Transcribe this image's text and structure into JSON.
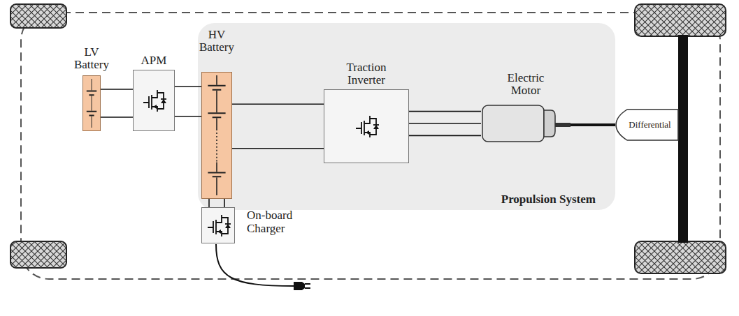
{
  "diagram": {
    "nodes": [
      {
        "text": [
          "Propulsion System"
        ]
      },
      {
        "text": [
          "LV Battery"
        ]
      },
      {
        "text": [
          "APM"
        ]
      },
      {
        "text": [
          "HV Battery"
        ],
        "in": 0
      },
      {
        "text": [
          "Traction Inverter"
        ],
        "in": 0
      },
      {
        "text": [
          "Electric Motor"
        ],
        "in": 0
      },
      {
        "text": [
          "Differential"
        ]
      },
      {
        "text": [
          "On-board Charger"
        ]
      }
    ],
    "edges": [
      {
        "from": 1,
        "to": 2,
        "arrow": "none"
      },
      {
        "from": 2,
        "to": 3,
        "arrow": "none"
      },
      {
        "from": 3,
        "to": 4,
        "arrow": "none"
      },
      {
        "from": 4,
        "to": 5,
        "arrow": "none"
      },
      {
        "from": 5,
        "to": 6,
        "arrow": "none"
      },
      {
        "from": 3,
        "to": 7,
        "arrow": "none"
      }
    ]
  }
}
